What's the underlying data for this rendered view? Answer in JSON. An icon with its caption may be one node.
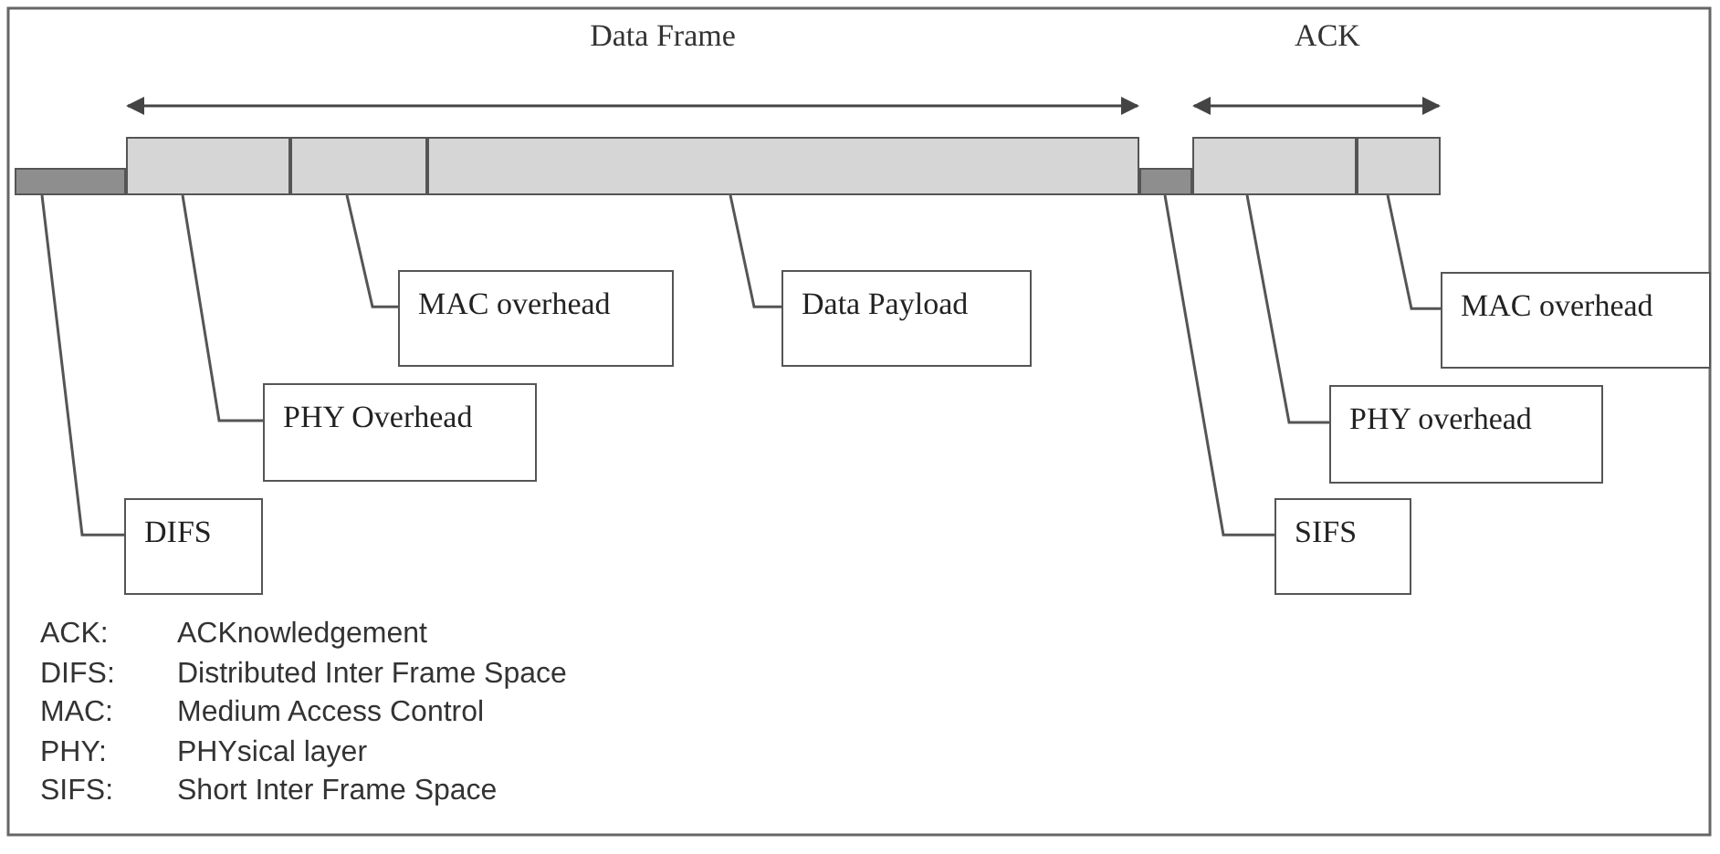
{
  "diagram": {
    "nodes": [
      {
        "text": [],
        "shape": "bar"
      },
      {
        "text": [],
        "shape": "bar"
      },
      {
        "text": [],
        "shape": "bar"
      },
      {
        "text": [],
        "shape": "bar"
      },
      {
        "text": [],
        "shape": "bar"
      },
      {
        "text": [],
        "shape": "bar"
      },
      {
        "text": [],
        "shape": "bar"
      },
      {
        "text": [
          "MAC overhead"
        ]
      },
      {
        "text": [
          "Data Payload"
        ]
      },
      {
        "text": [
          "MAC overhead"
        ]
      },
      {
        "text": [
          "PHY Overhead"
        ]
      },
      {
        "text": [
          "PHY overhead"
        ]
      },
      {
        "text": [
          "DIFS"
        ]
      },
      {
        "text": [
          "SIFS"
        ]
      }
    ],
    "edges": [
      {
        "from": 7,
        "to": 2,
        "arrow": "none"
      },
      {
        "from": 8,
        "to": 3,
        "arrow": "none"
      },
      {
        "from": 9,
        "to": 6,
        "arrow": "none"
      },
      {
        "from": 10,
        "to": 1,
        "arrow": "none"
      },
      {
        "from": 11,
        "to": 5,
        "arrow": "none"
      },
      {
        "from": 12,
        "to": 0,
        "arrow": "none"
      },
      {
        "from": 13,
        "to": 4,
        "arrow": "none"
      }
    ],
    "labels": [
      "Data Frame",
      "ACK",
      "ACK:",
      "ACKnowledgement",
      "DIFS:",
      "Distributed Inter Frame Space",
      "MAC:",
      "Medium Access Control",
      "PHY:",
      "PHYsical layer",
      "SIFS:",
      "Short Inter Frame Space"
    ]
  }
}
